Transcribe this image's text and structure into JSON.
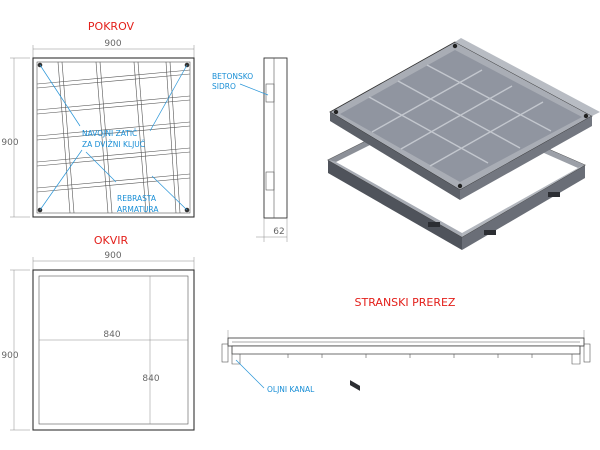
{
  "titles": {
    "cover": "POKROV",
    "frame": "OKVIR",
    "section": "STRANSKI PREREZ"
  },
  "dimensions": {
    "cover_width": "900",
    "cover_height": "900",
    "frame_width": "900",
    "frame_height": "900",
    "frame_inner_width": "840",
    "frame_inner_height": "840",
    "side_depth": "62"
  },
  "callouts": {
    "concrete_anchor_line1": "BETONSKO",
    "concrete_anchor_line2": "SIDRO",
    "guide_pin_line1": "NAVOJNI ZATIČ",
    "guide_pin_line2": "ZA DVIŽNI KLJUČ",
    "rebar_line1": "REBRASTA",
    "rebar_line2": "ARMATURA",
    "oil_channel": "OLJNI KANAL"
  },
  "colors": {
    "title": "#e3201b",
    "callout": "#1a8fd6",
    "steel_top": "#9ea2ab",
    "steel_side": "#5b5f68"
  }
}
